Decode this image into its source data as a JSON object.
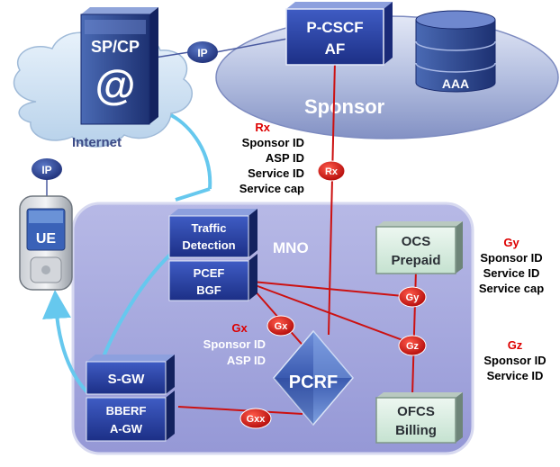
{
  "nodes": {
    "spcp": "SP/CP",
    "spcp_symbol": "@",
    "pcscf": "P-CSCF",
    "af": "AF",
    "aaa": "AAA",
    "sponsor": "Sponsor",
    "internet": "Internet",
    "ue": "UE",
    "mno": "MNO",
    "traffic_detection_1": "Traffic",
    "traffic_detection_2": "Detection",
    "pcef": "PCEF",
    "bgf": "BGF",
    "ocs_1": "OCS",
    "ocs_2": "Prepaid",
    "ofcs_1": "OFCS",
    "ofcs_2": "Billing",
    "sgw": "S-GW",
    "bberf": "BBERF",
    "agw": "A-GW",
    "pcrf": "PCRF"
  },
  "links": {
    "ip_top": "IP",
    "ip_left": "IP",
    "rx": "Rx",
    "gx": "Gx",
    "gy": "Gy",
    "gz": "Gz",
    "gxx": "Gxx"
  },
  "annotations": {
    "rx": {
      "title": "Rx",
      "lines": [
        "Sponsor ID",
        "ASP ID",
        "Service ID",
        "Service cap"
      ]
    },
    "gy": {
      "title": "Gy",
      "lines": [
        "Sponsor ID",
        "Service ID",
        "Service cap"
      ]
    },
    "gx": {
      "title": "Gx",
      "lines": [
        "Sponsor ID",
        "ASP ID"
      ]
    },
    "gz": {
      "title": "Gz",
      "lines": [
        "Sponsor ID",
        "Service ID"
      ]
    }
  },
  "colors": {
    "interface_red": "#cc1111",
    "label_red": "#dd0000",
    "mno_region": "#a3a6dc",
    "node_blue": "#2c46a8",
    "arrow_cyan": "#66c8ee",
    "sponsor_region": "#aab4d8",
    "cloud": "#cfe2f4",
    "charging_box": "#d7ecdf"
  }
}
